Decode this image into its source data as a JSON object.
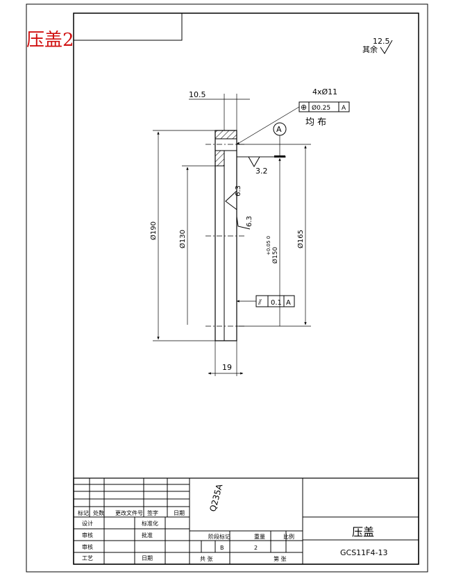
{
  "title_red": "压盖2",
  "roughness": {
    "other_label": "其余",
    "other_value": "12.5",
    "face_top": "3.2",
    "face_a": "6.3",
    "face_b": "6.3"
  },
  "dims": {
    "top_width": "10.5",
    "bottom_width": "19",
    "dia_outer": "Ø190",
    "dia_inner": "Ø130",
    "dia_mid": "Ø165",
    "dia_bore": "Ø150",
    "dia_bore_tol": "+0.05 0"
  },
  "holes": {
    "label": "4xØ11",
    "tol_symbol": "⊕",
    "tol_value": "Ø0.25",
    "tol_ref": "A",
    "note": "均 布"
  },
  "datum": "A",
  "runout": {
    "symbol": "⫽",
    "value": "0.1",
    "ref": "A"
  },
  "title_block": {
    "material": "Q235A",
    "part_name": "压盖",
    "drawing_no": "GCS11F4-13",
    "sheet_value": "B",
    "count_value": "2",
    "row_labels": [
      "标记",
      "处数",
      "更改文件号",
      "签字",
      "日期"
    ],
    "role_labels": [
      "设计",
      "审核",
      "审核",
      "工艺"
    ],
    "col_labels": [
      "标准化",
      "批准",
      "日期"
    ],
    "stage_labels": [
      "阶段标记",
      "重量",
      "比例"
    ],
    "total_label": "共 张",
    "page_label": "第 张"
  }
}
